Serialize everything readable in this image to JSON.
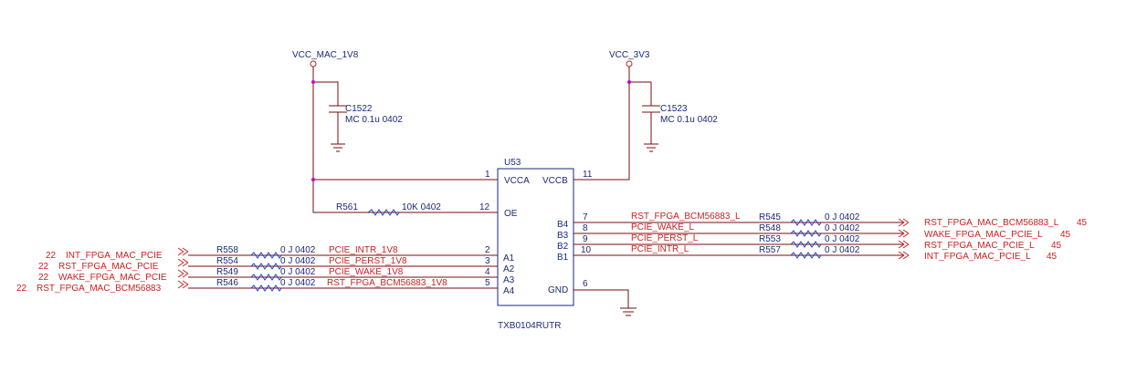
{
  "power": {
    "vcc_mac": "VCC_MAC_1V8",
    "vcc_3v3": "VCC_3V3"
  },
  "caps": [
    {
      "ref": "C1522",
      "value": "MC 0.1u 0402"
    },
    {
      "ref": "C1523",
      "value": "MC 0.1u 0402"
    }
  ],
  "ic": {
    "ref": "U53",
    "part": "TXB0104RUTR",
    "pin_vcca_num": "1",
    "pin_vcca": "VCCA",
    "pin_vccb_num": "11",
    "pin_vccb": "VCCB",
    "pin_oe_num": "12",
    "pin_oe": "OE",
    "pin_gnd_num": "6",
    "pin_gnd": "GND",
    "left_pins": [
      {
        "num": "2",
        "name": "A1"
      },
      {
        "num": "3",
        "name": "A2"
      },
      {
        "num": "4",
        "name": "A3"
      },
      {
        "num": "5",
        "name": "A4"
      }
    ],
    "right_pins": [
      {
        "num": "7",
        "name": "B4"
      },
      {
        "num": "8",
        "name": "B3"
      },
      {
        "num": "9",
        "name": "B2"
      },
      {
        "num": "10",
        "name": "B1"
      }
    ]
  },
  "oe_resistor": {
    "ref": "R561",
    "value": "10K 0402"
  },
  "left_nets": [
    {
      "sheet": "22",
      "port": "INT_FPGA_MAC_PCIE",
      "res": "R558",
      "val": "0 J 0402",
      "net": "PCIE_INTR_1V8"
    },
    {
      "sheet": "22",
      "port": "RST_FPGA_MAC_PCIE",
      "res": "R554",
      "val": "0 J 0402",
      "net": "PCIE_PERST_1V8"
    },
    {
      "sheet": "22",
      "port": "WAKE_FPGA_MAC_PCIE",
      "res": "R549",
      "val": "0 J 0402",
      "net": "PCIE_WAKE_1V8"
    },
    {
      "sheet": "22",
      "port": "RST_FPGA_MAC_BCM56883",
      "res": "R546",
      "val": "0 J 0402",
      "net": "RST_FPGA_BCM56883_1V8"
    }
  ],
  "right_nets": [
    {
      "net": "RST_FPGA_BCM56883_L",
      "res": "R545",
      "val": "0 J 0402",
      "port": "RST_FPGA_MAC_BCM56883_L",
      "sheet": "45"
    },
    {
      "net": "PCIE_WAKE_L",
      "res": "R548",
      "val": "0 J 0402",
      "port": "WAKE_FPGA_MAC_PCIE_L",
      "sheet": "45"
    },
    {
      "net": "PCIE_PERST_L",
      "res": "R553",
      "val": "0 J 0402",
      "port": "RST_FPGA_MAC_PCIE_L",
      "sheet": "45"
    },
    {
      "net": "PCIE_INTR_L",
      "res": "R557",
      "val": "0 J 0402",
      "port": "INT_FPGA_MAC_PCIE_L",
      "sheet": "45"
    }
  ]
}
